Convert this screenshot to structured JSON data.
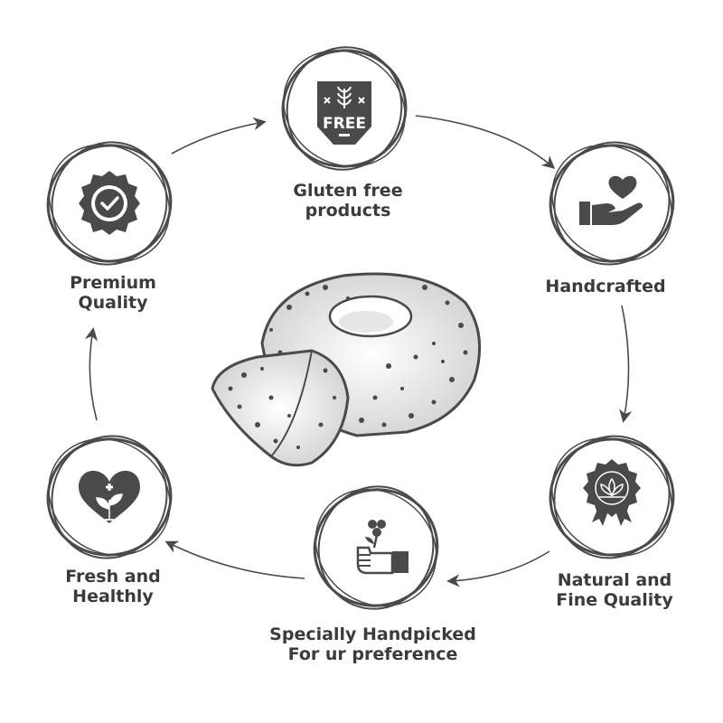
{
  "colors": {
    "ink": "#4a4a4a",
    "text": "#3b3b3b",
    "background": "#ffffff"
  },
  "center_image": "loaf-cake-illustration",
  "features": [
    {
      "id": "gluten",
      "icon": "gluten-free-badge-icon",
      "badge_text": "FREE",
      "line1": "Gluten free",
      "line2": "products"
    },
    {
      "id": "hand",
      "icon": "hand-heart-icon",
      "line1": "Handcrafted",
      "line2": ""
    },
    {
      "id": "natural",
      "icon": "award-ribbon-lotus-icon",
      "line1": "Natural and",
      "line2": "Fine Quality"
    },
    {
      "id": "special",
      "icon": "hand-picking-flower-icon",
      "line1": "Specially Handpicked",
      "line2": "For ur preference"
    },
    {
      "id": "fresh",
      "icon": "heart-plant-icon",
      "line1": "Fresh and",
      "line2": "Healthly"
    },
    {
      "id": "premium",
      "icon": "check-seal-icon",
      "line1": "Premium",
      "line2": "Quality"
    }
  ]
}
